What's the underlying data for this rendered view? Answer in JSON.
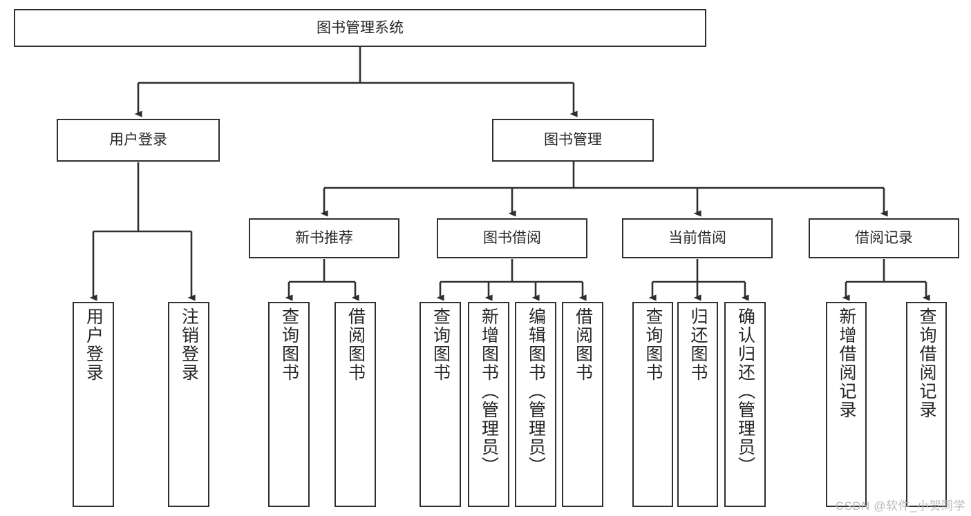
{
  "diagram": {
    "title": "图书管理系统",
    "type": "hierarchy-tree",
    "theme": {
      "background": "#ffffff",
      "box_border": "#2f2f2f",
      "box_fill": "#ffffff",
      "text": "#262626",
      "edge": "#2f2f2f",
      "watermark": "#b9b9b9"
    },
    "nodes": {
      "root": {
        "label": "图书管理系统",
        "level": 1,
        "orientation": "horizontal"
      },
      "user_login": {
        "label": "用户登录",
        "level": 2,
        "orientation": "horizontal"
      },
      "book_manage": {
        "label": "图书管理",
        "level": 2,
        "orientation": "horizontal"
      },
      "new_book_rec": {
        "label": "新书推荐",
        "level": 3,
        "orientation": "horizontal"
      },
      "book_borrow": {
        "label": "图书借阅",
        "level": 3,
        "orientation": "horizontal"
      },
      "current_borrow": {
        "label": "当前借阅",
        "level": 3,
        "orientation": "horizontal"
      },
      "borrow_record": {
        "label": "借阅记录",
        "level": 3,
        "orientation": "horizontal"
      },
      "leaf_user_login": {
        "label": "用户登录",
        "level": 4,
        "orientation": "vertical"
      },
      "leaf_logout": {
        "label": "注销登录",
        "level": 4,
        "orientation": "vertical"
      },
      "leaf_query_book_a": {
        "label": "查询图书",
        "level": 4,
        "orientation": "vertical"
      },
      "leaf_borrow_book_a": {
        "label": "借阅图书",
        "level": 4,
        "orientation": "vertical"
      },
      "leaf_query_book_b": {
        "label": "查询图书",
        "level": 4,
        "orientation": "vertical"
      },
      "leaf_add_book": {
        "label": "新增图书（管理员）",
        "level": 4,
        "orientation": "vertical"
      },
      "leaf_edit_book": {
        "label": "编辑图书（管理员）",
        "level": 4,
        "orientation": "vertical"
      },
      "leaf_borrow_book_b": {
        "label": "借阅图书",
        "level": 4,
        "orientation": "vertical"
      },
      "leaf_query_book_c": {
        "label": "查询图书",
        "level": 4,
        "orientation": "vertical"
      },
      "leaf_return_book": {
        "label": "归还图书",
        "level": 4,
        "orientation": "vertical"
      },
      "leaf_confirm_return": {
        "label": "确认归还（管理员）",
        "level": 4,
        "orientation": "vertical"
      },
      "leaf_add_record": {
        "label": "新增借阅记录",
        "level": 4,
        "orientation": "vertical"
      },
      "leaf_query_record": {
        "label": "查询借阅记录",
        "level": 4,
        "orientation": "vertical"
      }
    },
    "edges": [
      {
        "from": "root",
        "to": "user_login"
      },
      {
        "from": "root",
        "to": "book_manage"
      },
      {
        "from": "user_login",
        "to": "leaf_user_login"
      },
      {
        "from": "user_login",
        "to": "leaf_logout"
      },
      {
        "from": "book_manage",
        "to": "new_book_rec"
      },
      {
        "from": "book_manage",
        "to": "book_borrow"
      },
      {
        "from": "book_manage",
        "to": "current_borrow"
      },
      {
        "from": "book_manage",
        "to": "borrow_record"
      },
      {
        "from": "new_book_rec",
        "to": "leaf_query_book_a"
      },
      {
        "from": "new_book_rec",
        "to": "leaf_borrow_book_a"
      },
      {
        "from": "book_borrow",
        "to": "leaf_query_book_b"
      },
      {
        "from": "book_borrow",
        "to": "leaf_add_book"
      },
      {
        "from": "book_borrow",
        "to": "leaf_edit_book"
      },
      {
        "from": "book_borrow",
        "to": "leaf_borrow_book_b"
      },
      {
        "from": "current_borrow",
        "to": "leaf_query_book_c"
      },
      {
        "from": "current_borrow",
        "to": "leaf_return_book"
      },
      {
        "from": "current_borrow",
        "to": "leaf_confirm_return"
      },
      {
        "from": "borrow_record",
        "to": "leaf_add_record"
      },
      {
        "from": "borrow_record",
        "to": "leaf_query_record"
      }
    ],
    "watermark": "CSDN @软件_小贺同学"
  }
}
